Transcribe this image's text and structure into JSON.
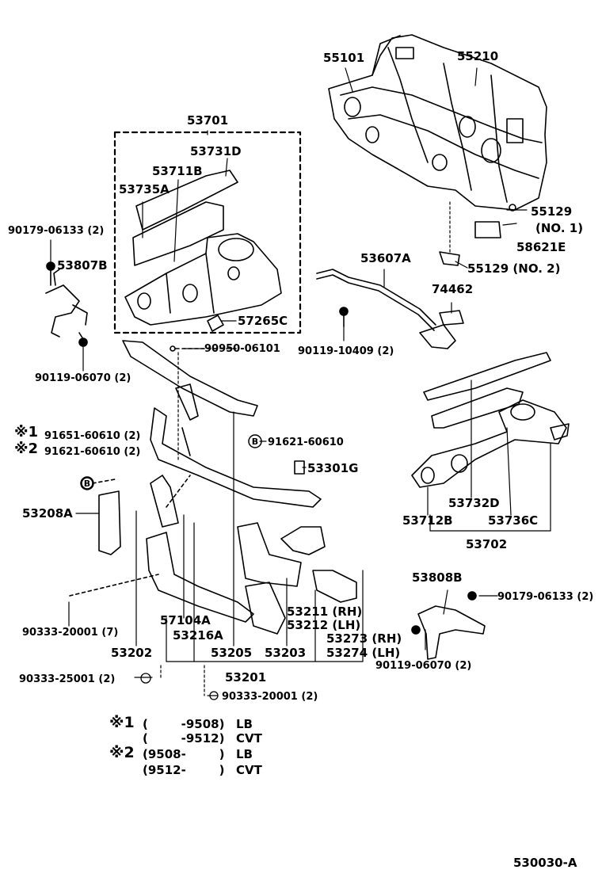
{
  "labels": {
    "p55101": "55101",
    "p55210": "55210",
    "p53701": "53701",
    "p53731D": "53731D",
    "p53711B": "53711B",
    "p53735A": "53735A",
    "p55129_1": "55129",
    "p_no1": "(NO. 1)",
    "p58621E": "58621E",
    "p55129_2": "55129 (NO. 2)",
    "p90179a": "90179-06133 (2)",
    "p53807B": "53807B",
    "p53607A": "53607A",
    "p74462": "74462",
    "p57265C": "57265C",
    "p90119_10409": "90119-10409 (2)",
    "p90950": "90950-06101",
    "p90119_06070a": "90119-06070 (2)",
    "p_mark1": "※1",
    "p91651": "91651-60610 (2)",
    "p_mark2": "※2",
    "p91621a": "91621-60610 (2)",
    "p91621b": "91621-60610",
    "p53301G": "53301G",
    "p53208A": "53208A",
    "p53712B": "53712B",
    "p53732D": "53732D",
    "p53736C": "53736C",
    "p53702": "53702",
    "p53808B": "53808B",
    "p90179b": "90179-06133 (2)",
    "p90333_20001_7": "90333-20001 (7)",
    "p57104A": "57104A",
    "p53211": "53211 (RH)",
    "p53212": "53212 (LH)",
    "p53273": "53273 (RH)",
    "p53274": "53274 (LH)",
    "p90119_06070b": "90119-06070 (2)",
    "p53216A": "53216A",
    "p53202": "53202",
    "p53205": "53205",
    "p53203": "53203",
    "p53201": "53201",
    "p90333_25001": "90333-25001 (2)",
    "p90333_20001_2": "90333-20001 (2)",
    "bubble_b": "B",
    "diagram_id": "530030-A"
  },
  "notes": {
    "n1_mark": "※1",
    "n1_a_range": "(        -9508)",
    "n1_a_val": "LB",
    "n1_b_range": "(        -9512)",
    "n1_b_val": "CVT",
    "n2_mark": "※2",
    "n2_a_range": "(9508-        )",
    "n2_a_val": "LB",
    "n2_b_range": "(9512-        )",
    "n2_b_val": "CVT"
  },
  "colors": {
    "ink": "#000000",
    "paper": "#ffffff"
  }
}
